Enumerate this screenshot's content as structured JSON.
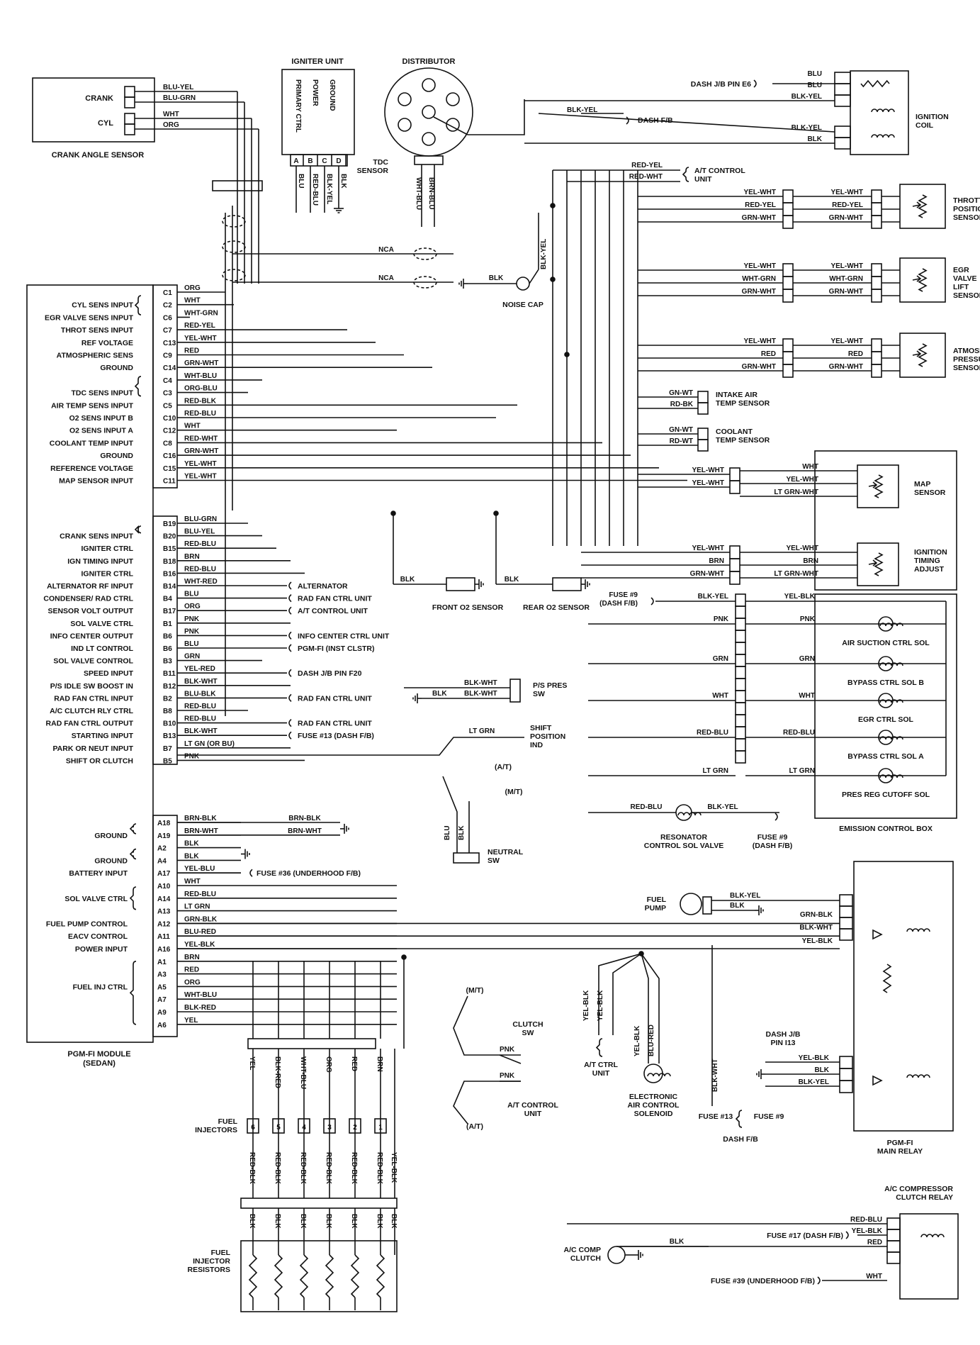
{
  "colors": {
    "ink": "#111111",
    "paper": "#ffffff"
  },
  "components": {
    "igniter_unit": "IGNITER UNIT",
    "distributor": "DISTRIBUTOR",
    "tdc_sensor": [
      "TDC",
      "SENSOR"
    ],
    "crank_angle_sensor": "CRANK ANGLE SENSOR",
    "ignition_coil": [
      "IGNITION",
      "COIL"
    ],
    "throttle_position_sensor": [
      "THROTTLE",
      "POSITION",
      "SENSOR"
    ],
    "egr_valve_lift_sensor": [
      "EGR",
      "VALVE",
      "LIFT",
      "SENSOR"
    ],
    "atmosphere_pressure_sensor": [
      "ATMOSPHERE",
      "PRESSURE",
      "SENSOR"
    ],
    "intake_air_temp_sensor": [
      "INTAKE AIR",
      "TEMP SENSOR"
    ],
    "coolant_temp_sensor": [
      "COOLANT",
      "TEMP SENSOR"
    ],
    "map_sensor": [
      "MAP",
      "SENSOR"
    ],
    "ignition_timing_adjust": [
      "IGNITION",
      "TIMING",
      "ADJUST"
    ],
    "noise_cap": "NOISE CAP",
    "front_o2_sensor": "FRONT O2 SENSOR",
    "rear_o2_sensor": "REAR O2 SENSOR",
    "emission_control_box": "EMISSION CONTROL BOX",
    "resonator_sol_valve": [
      "RESONATOR",
      "CONTROL SOL VALVE"
    ],
    "neutral_sw": [
      "NEUTRAL",
      "SW"
    ],
    "fuel_pump": [
      "FUEL",
      "PUMP"
    ],
    "pgm_fi_main_relay": [
      "PGM-FI",
      "MAIN RELAY"
    ],
    "pgm_fi_module": [
      "PGM-FI MODULE",
      "(SEDAN)"
    ],
    "fuel_injectors": [
      "FUEL",
      "INJECTORS"
    ],
    "fuel_injector_resistors": [
      "FUEL",
      "INJECTOR",
      "RESISTORS"
    ],
    "clutch_sw": [
      "CLUTCH",
      "SW"
    ],
    "at_control_unit": [
      "A/T CONTROL",
      "UNIT"
    ],
    "at_ctrl_unit": [
      "A/T CTRL",
      "UNIT"
    ],
    "electronic_air_control_solenoid": [
      "ELECTRONIC",
      "AIR CONTROL",
      "SOLENOID"
    ],
    "dash_fb": "DASH F/B",
    "ac_compressor_clutch_relay": [
      "A/C COMPRESSOR",
      "CLUTCH RELAY"
    ],
    "ac_comp_clutch": [
      "A/C COMP",
      "CLUTCH"
    ],
    "fps_pres_sw": [
      "P/S PRES",
      "SW"
    ],
    "shift_position_ind": [
      "SHIFT",
      "POSITION",
      "IND"
    ]
  },
  "igniter": {
    "functions": [
      "PRIMARY CTRL",
      "POWER",
      "GROUND"
    ],
    "pins": [
      "A",
      "B",
      "C",
      "D"
    ],
    "wires": [
      "BLU",
      "RED-BLU",
      "BLK-YEL",
      "BLK"
    ]
  },
  "crank_sensor": {
    "crank": "CRANK",
    "cyl": "CYL",
    "wires": [
      "BLU-YEL",
      "BLU-GRN",
      "WHT",
      "ORG"
    ]
  },
  "tdc_wires": [
    "WHT-BLU",
    "BRN-BLU"
  ],
  "coil": {
    "dash_pin": "DASH J/B PIN E6",
    "dash_fb": "DASH F/B",
    "wires": [
      "BLU",
      "BLU",
      "BLK-YEL",
      "BLK-YEL",
      "BLK"
    ],
    "blk_yel": "BLK-YEL"
  },
  "at_control_unit_wires": [
    "RED-YEL",
    "RED-WHT"
  ],
  "at_control_unit_label": [
    "A/T CONTROL",
    "UNIT"
  ],
  "tps": {
    "left": [
      "YEL-WHT",
      "RED-YEL",
      "GRN-WHT"
    ],
    "right": [
      "YEL-WHT",
      "RED-YEL",
      "GRN-WHT"
    ]
  },
  "egr": {
    "left": [
      "YEL-WHT",
      "WHT-GRN",
      "GRN-WHT"
    ],
    "right": [
      "YEL-WHT",
      "WHT-GRN",
      "GRN-WHT"
    ]
  },
  "atm": {
    "left": [
      "YEL-WHT",
      "RED",
      "GRN-WHT"
    ],
    "right": [
      "YEL-WHT",
      "RED",
      "GRN-WHT"
    ]
  },
  "iat_wires": [
    "GN-WT",
    "RD-BK"
  ],
  "ect_wires": [
    "GN-WT",
    "RD-WT"
  ],
  "map": {
    "left": [
      "YEL-WHT",
      "YEL-WHT"
    ],
    "right": [
      "WHT",
      "YEL-WHT",
      "LT GRN-WHT"
    ]
  },
  "ita": {
    "left": [
      "YEL-WHT",
      "BRN",
      "GRN-WHT"
    ],
    "right": [
      "YEL-WHT",
      "BRN",
      "LT GRN-WHT"
    ]
  },
  "nca": "NCA",
  "noise_blk": "BLK",
  "noise_blk_yel": "BLK-YEL",
  "o2_blk": "BLK",
  "module_c": {
    "rows": [
      {
        "label": "",
        "pin": "C1",
        "wire": "ORG"
      },
      {
        "label": "CYL SENS INPUT",
        "pin": "C2",
        "wire": "WHT"
      },
      {
        "label": "EGR VALVE SENS INPUT",
        "pin": "C6",
        "wire": "WHT-GRN"
      },
      {
        "label": "THROT SENS INPUT",
        "pin": "C7",
        "wire": "RED-YEL"
      },
      {
        "label": "REF VOLTAGE",
        "pin": "C13",
        "wire": "YEL-WHT"
      },
      {
        "label": "ATMOSPHERIC SENS",
        "pin": "C9",
        "wire": "RED"
      },
      {
        "label": "GROUND",
        "pin": "C14",
        "wire": "GRN-WHT"
      },
      {
        "label": "",
        "pin": "C4",
        "wire": "WHT-BLU"
      },
      {
        "label": "TDC SENS INPUT",
        "pin": "C3",
        "wire": "ORG-BLU"
      },
      {
        "label": "AIR TEMP SENS INPUT",
        "pin": "C5",
        "wire": "RED-BLK"
      },
      {
        "label": "O2 SENS INPUT B",
        "pin": "C10",
        "wire": "RED-BLU"
      },
      {
        "label": "O2 SENS INPUT A",
        "pin": "C12",
        "wire": "WHT"
      },
      {
        "label": "COOLANT TEMP INPUT",
        "pin": "C8",
        "wire": "RED-WHT"
      },
      {
        "label": "GROUND",
        "pin": "C16",
        "wire": "GRN-WHT"
      },
      {
        "label": "REFERENCE VOLTAGE",
        "pin": "C15",
        "wire": "YEL-WHT"
      },
      {
        "label": "MAP SENSOR INPUT",
        "pin": "C11",
        "wire": "YEL-WHT"
      }
    ]
  },
  "module_b": {
    "rows": [
      {
        "label": "",
        "pin": "B19",
        "wire": "BLU-GRN",
        "dest": ""
      },
      {
        "label": "CRANK SENS INPUT",
        "pin": "B20",
        "wire": "BLU-YEL",
        "dest": ""
      },
      {
        "label": "IGNITER CTRL",
        "pin": "B15",
        "wire": "RED-BLU",
        "dest": ""
      },
      {
        "label": "IGN TIMING INPUT",
        "pin": "B18",
        "wire": "BRN",
        "dest": ""
      },
      {
        "label": "IGNITER CTRL",
        "pin": "B16",
        "wire": "RED-BLU",
        "dest": ""
      },
      {
        "label": "ALTERNATOR RF INPUT",
        "pin": "B14",
        "wire": "WHT-RED",
        "dest": "ALTERNATOR"
      },
      {
        "label": "CONDENSER/ RAD CTRL",
        "pin": "B4",
        "wire": "BLU",
        "dest": "RAD FAN CTRL UNIT"
      },
      {
        "label": "SENSOR VOLT OUTPUT",
        "pin": "B17",
        "wire": "ORG",
        "dest": "A/T CONTROL UNIT"
      },
      {
        "label": "SOL VALVE CTRL",
        "pin": "B1",
        "wire": "PNK",
        "dest": ""
      },
      {
        "label": "INFO CENTER OUTPUT",
        "pin": "B6",
        "wire": "PNK",
        "dest": "INFO CENTER CTRL UNIT"
      },
      {
        "label": "IND LT CONTROL",
        "pin": "B6",
        "wire": "BLU",
        "dest": "PGM-FI (INST CLSTR)"
      },
      {
        "label": "SOL VALVE CONTROL",
        "pin": "B3",
        "wire": "GRN",
        "dest": ""
      },
      {
        "label": "SPEED INPUT",
        "pin": "B11",
        "wire": "YEL-RED",
        "dest": "DASH J/B PIN F20"
      },
      {
        "label": "P/S IDLE SW BOOST IN",
        "pin": "B12",
        "wire": "BLK-WHT",
        "dest": ""
      },
      {
        "label": "RAD FAN CTRL INPUT",
        "pin": "B2",
        "wire": "BLU-BLK",
        "dest": "RAD FAN CTRL UNIT"
      },
      {
        "label": "A/C CLUTCH RLY CTRL",
        "pin": "B8",
        "wire": "RED-BLU",
        "dest": ""
      },
      {
        "label": "RAD FAN CTRL OUTPUT",
        "pin": "B10",
        "wire": "RED-BLU",
        "dest": "RAD FAN CTRL UNIT"
      },
      {
        "label": "STARTING INPUT",
        "pin": "B13",
        "wire": "BLK-WHT",
        "dest": "FUSE #13 (DASH F/B)"
      },
      {
        "label": "PARK OR NEUT INPUT",
        "pin": "B7",
        "wire": "LT GN (OR BU)",
        "dest": ""
      },
      {
        "label": "SHIFT OR CLUTCH",
        "pin": "B5",
        "wire": "PNK",
        "dest": ""
      }
    ]
  },
  "module_a": {
    "rows": [
      {
        "label": "",
        "pin": "A18",
        "wire": "BRN-BLK"
      },
      {
        "label": "GROUND",
        "pin": "A19",
        "wire": "BRN-WHT"
      },
      {
        "label": "",
        "pin": "A2",
        "wire": "BLK"
      },
      {
        "label": "GROUND",
        "pin": "A4",
        "wire": "BLK"
      },
      {
        "label": "BATTERY INPUT",
        "pin": "A17",
        "wire": "YEL-BLU"
      },
      {
        "label": "",
        "pin": "A10",
        "wire": "WHT"
      },
      {
        "label": "SOL VALVE CTRL",
        "pin": "A14",
        "wire": "RED-BLU"
      },
      {
        "label": "",
        "pin": "A13",
        "wire": "LT GRN"
      },
      {
        "label": "FUEL PUMP CONTROL",
        "pin": "A12",
        "wire": "GRN-BLK"
      },
      {
        "label": "EACV CONTROL",
        "pin": "A11",
        "wire": "BLU-RED"
      },
      {
        "label": "POWER INPUT",
        "pin": "A16",
        "wire": "YEL-BLK"
      },
      {
        "label": "",
        "pin": "A1",
        "wire": "BRN"
      },
      {
        "label": "",
        "pin": "A3",
        "wire": "RED"
      },
      {
        "label": "FUEL INJ CTRL",
        "pin": "A5",
        "wire": "ORG"
      },
      {
        "label": "",
        "pin": "A7",
        "wire": "WHT-BLU"
      },
      {
        "label": "",
        "pin": "A9",
        "wire": "BLK-RED"
      },
      {
        "label": "",
        "pin": "A6",
        "wire": "YEL"
      }
    ],
    "ground_wires": [
      "BRN-BLK",
      "BRN-WHT"
    ],
    "battery_dest": "FUSE #36 (UNDERHOOD F/B)"
  },
  "fps_wires": [
    "BLK",
    "BLK-WHT"
  ],
  "shift_wire": "LT GRN",
  "at_tag": "(A/T)",
  "mt_tag": "(M/T)",
  "neutral_wires": [
    "BLU",
    "BLK"
  ],
  "emission": {
    "fuse_label": [
      "FUSE #9",
      "(DASH F/B)"
    ],
    "left": [
      "BLK-YEL",
      "PNK",
      "GRN",
      "WHT",
      "RED-BLU",
      "LT GRN"
    ],
    "right": [
      "YEL-BLK",
      "PNK",
      "GRN",
      "WHT",
      "RED-BLU",
      "LT GRN"
    ],
    "solenoids": [
      "AIR SUCTION CTRL SOL",
      "BYPASS CTRL SOL B",
      "EGR CTRL SOL",
      "BYPASS CTRL SOL A",
      "PRES REG CUTOFF SOL"
    ]
  },
  "resonator": {
    "wires": [
      "RED-BLU",
      "BLK-YEL"
    ],
    "fuse": [
      "FUSE #9",
      "(DASH F/B)"
    ]
  },
  "fuel_pump_wires": [
    "BLK-YEL",
    "BLK"
  ],
  "main_relay": {
    "wires": [
      "GRN-BLK",
      "BLK-WHT",
      "YEL-BLK"
    ],
    "dash_pin": [
      "DASH J/B",
      "PIN I13"
    ],
    "lower_wires": [
      "YEL-BLK",
      "BLK",
      "BLK-YEL"
    ]
  },
  "eacv_wires": [
    "YEL-BLK",
    "BLU-RED"
  ],
  "at_ctrl_wires": [
    "YEL-BLK",
    "YEL-BLK"
  ],
  "dash_fb_wire": "BLK-WHT",
  "dash_fuses": [
    "FUSE #13",
    "FUSE #9"
  ],
  "clutch_wires": [
    "PNK",
    "PNK"
  ],
  "injectors": {
    "numbers": [
      "6",
      "5",
      "4",
      "3",
      "2",
      "1"
    ],
    "top_wires": [
      "YEL",
      "BLK-RED",
      "WHT-BLU",
      "ORG",
      "RED",
      "BRN"
    ],
    "mid_wires": [
      "RED-BLK",
      "RED-BLK",
      "RED-BLK",
      "RED-BLK",
      "RED-BLK",
      "RED-BLK",
      "YEL-BLK"
    ],
    "bottom_wires": [
      "BLK",
      "BLK",
      "BLK",
      "BLK",
      "BLK",
      "BLK",
      "BLK"
    ]
  },
  "ac_relay": {
    "wires": [
      "RED-BLU",
      "YEL-BLK",
      "RED",
      "WHT"
    ],
    "fuse17": "FUSE #17 (DASH F/B)",
    "fuse39": "FUSE #39 (UNDERHOOD F/B)",
    "clutch_wire": "BLK"
  }
}
